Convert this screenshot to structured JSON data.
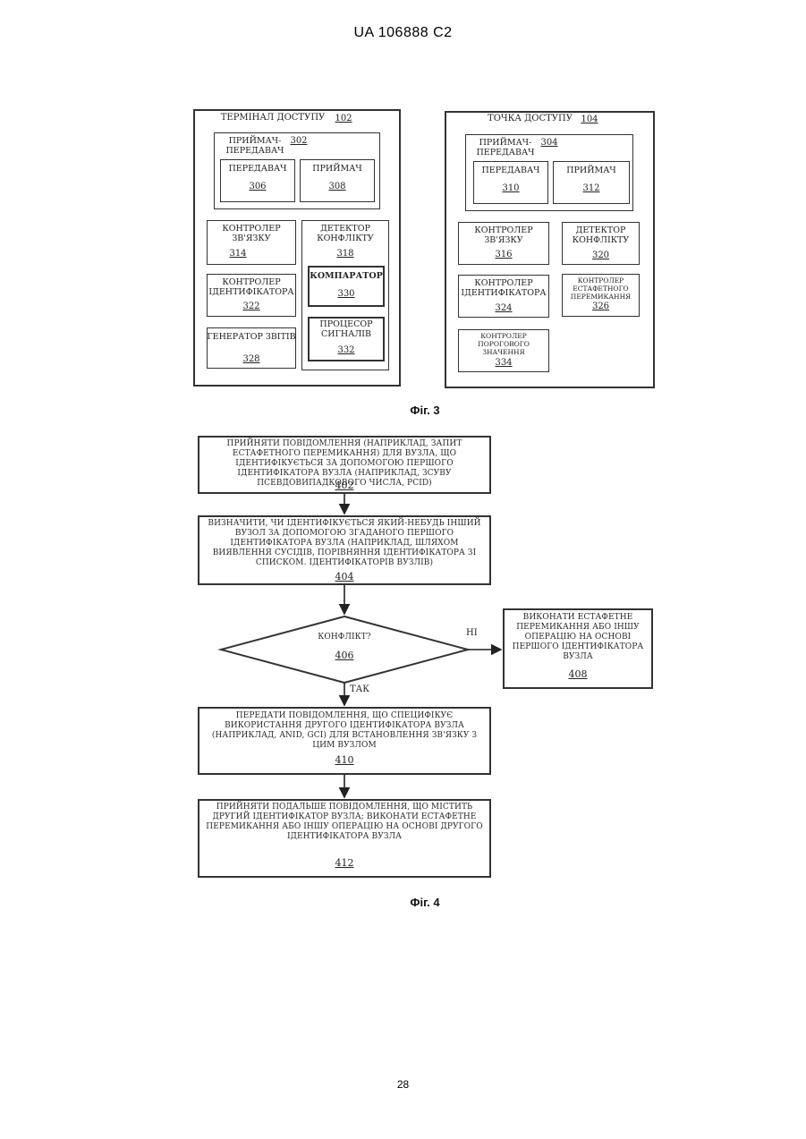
{
  "header": {
    "patent": "UA 106888 C2"
  },
  "page_number": "28",
  "fig3": {
    "caption": "Фіг. 3",
    "terminal": {
      "title": "ТЕРМІНАЛ ДОСТУПУ",
      "num": "102",
      "transceiver": {
        "label": "ПРИЙМАЧ-ПЕРЕДАВАЧ",
        "num": "302"
      },
      "transmitter": {
        "label": "ПЕРЕДАВАЧ",
        "num": "306"
      },
      "receiver": {
        "label": "ПРИЙМАЧ",
        "num": "308"
      },
      "comm_controller": {
        "label": "КОНТРОЛЕР ЗВ'ЯЗКУ",
        "num": "314"
      },
      "conflict_detector": {
        "label": "ДЕТЕКТОР КОНФЛІКТУ",
        "num": "318"
      },
      "comparator": {
        "label": "КОМПАРАТОР",
        "num": "330"
      },
      "id_controller": {
        "label": "КОНТРОЛЕР ІДЕНТИФІКАТОРА",
        "num": "322"
      },
      "signal_processor": {
        "label": "ПРОЦЕСОР СИГНАЛІВ",
        "num": "332"
      },
      "report_generator": {
        "label": "ГЕНЕРАТОР ЗВІТІВ",
        "num": "328"
      }
    },
    "access_point": {
      "title": "ТОЧКА ДОСТУПУ",
      "num": "104",
      "transceiver": {
        "label": "ПРИЙМАЧ-ПЕРЕДАВАЧ",
        "num": "304"
      },
      "transmitter": {
        "label": "ПЕРЕДАВАЧ",
        "num": "310"
      },
      "receiver": {
        "label": "ПРИЙМАЧ",
        "num": "312"
      },
      "comm_controller": {
        "label": "КОНТРОЛЕР ЗВ'ЯЗКУ",
        "num": "316"
      },
      "conflict_detector": {
        "label": "ДЕТЕКТОР КОНФЛІКТУ",
        "num": "320"
      },
      "id_controller": {
        "label": "КОНТРОЛЕР ІДЕНТИФІКАТОРА",
        "num": "324"
      },
      "handover_controller": {
        "label": "КОНТРОЛЕР ЕСТАФЕТНОГО ПЕРЕМИКАННЯ",
        "num": "326"
      },
      "threshold_controller": {
        "label": "КОНТРОЛЕР ПОРОГОВОГО ЗНАЧЕННЯ",
        "num": "334"
      }
    }
  },
  "fig4": {
    "caption": "Фіг. 4",
    "step402": {
      "text": "ПРИЙНЯТИ ПОВІДОМЛЕННЯ (НАПРИКЛАД, ЗАПИТ ЕСТАФЕТНОГО ПЕРЕМИКАННЯ) ДЛЯ ВУЗЛА, ЩО ІДЕНТИФІКУЄТЬСЯ ЗА ДОПОМОГОЮ ПЕРШОГО ІДЕНТИФІКАТОРА ВУЗЛА (НАПРИКЛАД, ЗСУВУ ПСЕВДОВИПАДКОВОГО ЧИСЛА, PCID)",
      "num": "402"
    },
    "step404": {
      "text": "ВИЗНАЧИТИ, ЧИ ІДЕНТИФІКУЄТЬСЯ ЯКИЙ-НЕБУДЬ ІНШИЙ ВУЗОЛ ЗА ДОПОМОГОЮ ЗГАДАНОГО ПЕРШОГО ІДЕНТИФІКАТОРА ВУЗЛА (НАПРИКЛАД, ШЛЯХОМ ВИЯВЛЕННЯ СУСІДІВ, ПОРІВНЯННЯ ІДЕНТИФІКАТОРА ЗІ СПИСКОМ. ІДЕНТИФІКАТОРІВ ВУЗЛІВ)",
      "num": "404"
    },
    "step406": {
      "text": "КОНФЛІКТ?",
      "num": "406"
    },
    "step408": {
      "text": "ВИКОНАТИ ЕСТАФЕТНЕ ПЕРЕМИКАННЯ АБО ІНШУ ОПЕРАЦІЮ НА ОСНОВІ ПЕРШОГО ІДЕНТИФІКАТОРА ВУЗЛА",
      "num": "408"
    },
    "step410": {
      "text": "ПЕРЕДАТИ ПОВІДОМЛЕННЯ, ЩО СПЕЦИФІКУЄ ВИКОРИСТАННЯ ДРУГОГО ІДЕНТИФІКАТОРА ВУЗЛА (НАПРИКЛАД, ANID, GCI) ДЛЯ ВСТАНОВЛЕННЯ ЗВ'ЯЗКУ З ЦИМ ВУЗЛОМ",
      "num": "410"
    },
    "step412": {
      "text": "ПРИЙНЯТИ ПОДАЛЬШЕ ПОВІДОМЛЕННЯ, ЩО МІСТИТЬ ДРУГИЙ ІДЕНТИФІКАТОР ВУЗЛА; ВИКОНАТИ ЕСТАФЕТНЕ ПЕРЕМИКАННЯ АБО ІНШУ ОПЕРАЦІЮ НА ОСНОВІ ДРУГОГО ІДЕНТИФІКАТОРА ВУЗЛА",
      "num": "412"
    },
    "no_label": "НІ",
    "yes_label": "ТАК"
  }
}
